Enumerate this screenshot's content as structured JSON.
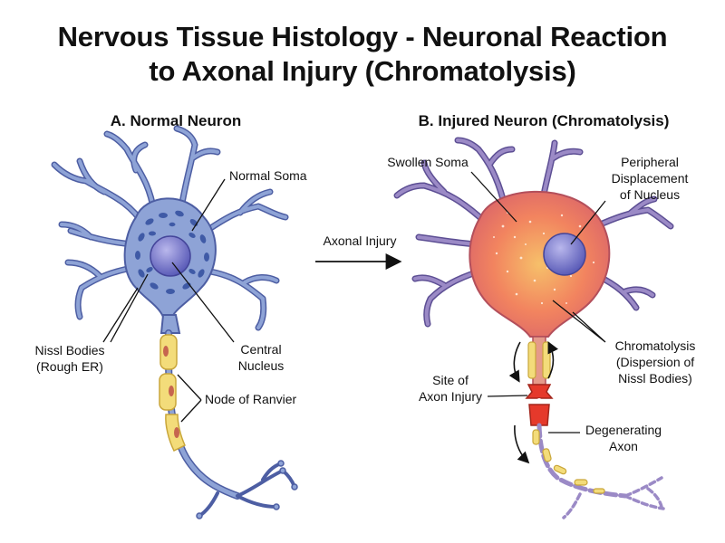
{
  "title": {
    "line1": "Nervous Tissue Histology - Neuronal Reaction",
    "line2": "to Axonal Injury (Chromatolysis)"
  },
  "panel_a": {
    "header": "A. Normal Neuron",
    "labels": {
      "normal_soma": "Normal Soma",
      "nissl_line1": "Nissl Bodies",
      "nissl_line2": "(Rough ER)",
      "central_line1": "Central",
      "central_line2": "Nucleus",
      "node": "Node of Ranvier"
    }
  },
  "transition": {
    "label": "Axonal Injury"
  },
  "panel_b": {
    "header": "B. Injured Neuron (Chromatolysis)",
    "labels": {
      "swollen_soma": "Swollen Soma",
      "peripheral_line1": "Peripheral",
      "peripheral_line2": "Displacement",
      "peripheral_line3": "of Nucleus",
      "chromatolysis_line1": "Chromatolysis",
      "chromatolysis_line2": "(Dispersion of",
      "chromatolysis_line3": "Nissl Bodies)",
      "site_line1": "Site of",
      "site_line2": "Axon Injury",
      "degenerating_line1": "Degenerating",
      "degenerating_line2": "Axon"
    }
  },
  "colors": {
    "normal_neuron": "#8ea3d6",
    "nissl_bodies": "#3f5aa6",
    "nucleus": "#6f6fc7",
    "myelin": "#f3dc7a",
    "injured_soma": "#f07a5e",
    "injury_site": "#e5392b"
  }
}
